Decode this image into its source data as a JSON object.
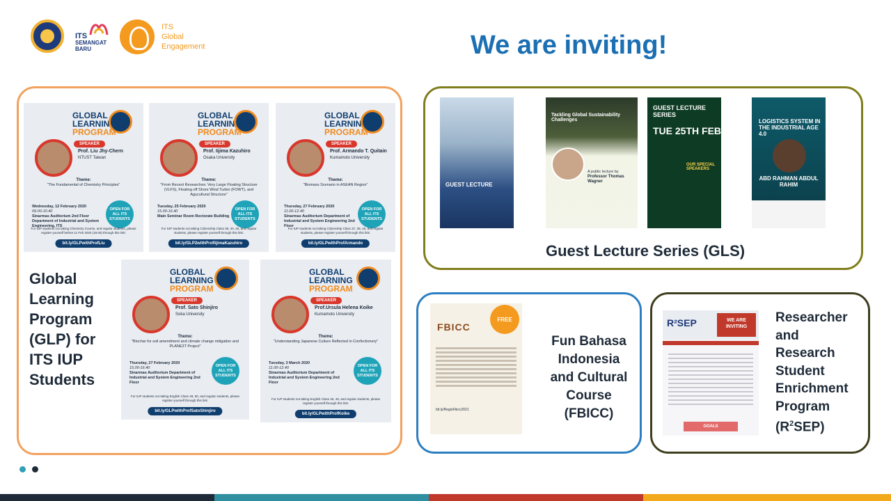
{
  "header": {
    "semangat_logo": {
      "line1": "ITS",
      "line2": "SEMANGAT BARU"
    },
    "global_engagement": [
      "ITS",
      "Global",
      "Engagement"
    ],
    "title": "We are inviting!"
  },
  "glp": {
    "label_lines": [
      "Global",
      "Learning",
      "Program",
      "(GLP) for",
      "ITS IUP",
      "Students"
    ],
    "posters": [
      {
        "title_line1": "GLOBAL",
        "title_line2": "LEARNING",
        "title_line3": "PROGRAM",
        "speaker_tag": "SPEAKER",
        "name": "Prof. Liu Jhy-Chern",
        "affiliation": "NTUST Taiwan",
        "theme_label": "Theme:",
        "theme": "\"The Fundamental of Chemistry Principles\"",
        "date": "Wednesday, 12 February 2020",
        "time": "09.00-10.40",
        "venue": "Sinarmas Auditorium 2nd Floor Department of Industrial and System Engineering, ITS",
        "open": "OPEN FOR ALL ITS STUDENTS",
        "note": "For IUP students not taking Chemistry Course, and regular students, please register yourself before 11 Feb 2020 (18.00) through this link:",
        "link": "bit.ly/GLPwithProfLiu"
      },
      {
        "title_line1": "GLOBAL",
        "title_line2": "LEARNING",
        "title_line3": "PROGRAM",
        "speaker_tag": "SPEAKER",
        "name": "Prof. Iijima Kazuhiro",
        "affiliation": "Osaka University",
        "theme_label": "Theme:",
        "theme": "\"From Recent Researches: Very Large Floating Structure (VLFS), Floating off Shore Wind Turbin (FOWT), and Agucultural Structure\"",
        "date": "Tuesday, 25 February 2020",
        "time": "15.00-16.40",
        "venue": "Main Seminar Room Rectorate Building",
        "open": "OPEN FOR ALL ITS STUDENTS",
        "note": "For IUP students not taking Citizenship Class 39, 40, 46, and regular students, please register yourself through this link:",
        "link": "bit.ly/GLP2withProfIijimaKazuhiro"
      },
      {
        "title_line1": "GLOBAL",
        "title_line2": "LEARNING",
        "title_line3": "PROGRAM",
        "speaker_tag": "SPEAKER",
        "name": "Prof. Armando T. Quitain",
        "affiliation": "Kumamoto University",
        "theme_label": "Theme:",
        "theme": "\"Biomass Scenario in ASEAN Region\"",
        "date": "Thursday, 27 February 2020",
        "time": "11.00-12.40",
        "venue": "Sinarmas Auditorium Department of Industrial and System Engineering 2nd Floor",
        "open": "OPEN FOR ALL ITS STUDENTS",
        "note": "For IUP students not taking Citizenship Class 37, 38, 45, and regular students, please register yourself through this link:",
        "link": "bit.ly/GLPwithProfArmando"
      },
      {
        "title_line1": "GLOBAL",
        "title_line2": "LEARNING",
        "title_line3": "PROGRAM",
        "speaker_tag": "SPEAKER",
        "name": "Prof. Sato Shinjiro",
        "affiliation": "Soka University",
        "theme_label": "Theme:",
        "theme": "\"Biochar for soil amendment and climate change mitigation and PLANE3T Project\"",
        "date": "Thursday, 27 February 2020",
        "time": "15.00-16.40",
        "venue": "Sinarmas Auditorium Department of Industrial and System Engineering 2nd Floor",
        "open": "OPEN FOR ALL ITS STUDENTS",
        "note": "For IUP students not taking English Class 48, 50, and regular students, please register yourself through this link:",
        "link": "bit.ly/GLPwithProfSatoShinjiro"
      },
      {
        "title_line1": "GLOBAL",
        "title_line2": "LEARNING",
        "title_line3": "PROGRAM",
        "speaker_tag": "SPEAKER",
        "name": "Prof.Ursula Helena Koike",
        "affiliation": "Kumamoto University",
        "theme_label": "Theme:",
        "theme": "\"Understanding Japanese Culture Reflected in Confectionery\"",
        "date": "Tuesday, 3 March 2020",
        "time": "11.00-12.40",
        "venue": "Sinarmas Auditorium Department of Industrial and System Engineering 2nd Floor",
        "open": "OPEN FOR ALL ITS STUDENTS",
        "note": "For IUP students not taking English Class 45, 49, and regular students, please register yourself through this link:",
        "link": "bit.ly/GLPwithProfKoike"
      }
    ]
  },
  "gls": {
    "label": "Guest Lecture Series (GLS)",
    "posters": [
      {
        "title": "GUEST LECTURE"
      },
      {
        "title": "Tackling Global Sustainability Challenges",
        "sub_label": "A public lecture by",
        "speaker": "Professor Thomas Wagner"
      },
      {
        "title": "GUEST LECTURE SERIES",
        "date": "TUE 25TH FEB",
        "speakers": "OUR SPECIAL SPEAKERS"
      },
      {
        "title": "LOGISTICS SYSTEM IN THE INDUSTRIAL AGE 4.0",
        "speaker": "ABD RAHMAN ABDUL RAHIM"
      }
    ]
  },
  "fbicc": {
    "label_lines": [
      "Fun Bahasa",
      "Indonesia",
      "and Cultural",
      "Course",
      "(FBICC)"
    ],
    "poster": {
      "title": "FBICC",
      "badge": "FREE",
      "register": "bit.ly/RegisFbicc2021"
    }
  },
  "r2sep": {
    "label_lines": [
      "Researcher",
      "and",
      "Research",
      "Student",
      "Enrichment",
      "Program"
    ],
    "label_last_prefix": "(R",
    "label_last_sup": "2",
    "label_last_suffix": "SEP)",
    "poster": {
      "logo": "R²SEP",
      "invite": "WE ARE INVITING",
      "goals": "GOALS"
    }
  },
  "colors": {
    "title": "#1b6fb3",
    "glp_border": "#f2a15c",
    "gls_border": "#7f7d1c",
    "fbicc_border": "#2b7ec1",
    "r2sep_border": "#3e3e1e",
    "bottom_bar": [
      "#1e2a38",
      "#2f8fa0",
      "#c0392b",
      "#f2a91c"
    ]
  },
  "pager": {
    "pages": 2,
    "current": 1
  }
}
